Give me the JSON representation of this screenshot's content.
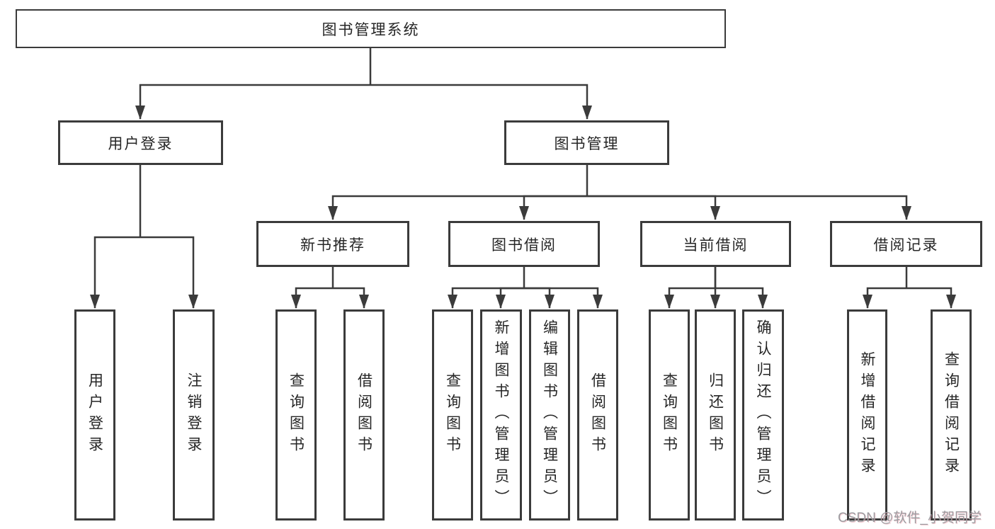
{
  "tree": {
    "label": "图书管理系统",
    "children": [
      {
        "label": "用户登录",
        "children": [
          {
            "label": "用户登录"
          },
          {
            "label": "注销登录"
          }
        ]
      },
      {
        "label": "图书管理",
        "children": [
          {
            "label": "新书推荐",
            "children": [
              {
                "label": "查询图书"
              },
              {
                "label": "借阅图书"
              }
            ]
          },
          {
            "label": "图书借阅",
            "children": [
              {
                "label": "查询图书"
              },
              {
                "label": "新增图书（管理员）"
              },
              {
                "label": "编辑图书（管理员）"
              },
              {
                "label": "借阅图书"
              }
            ]
          },
          {
            "label": "当前借阅",
            "children": [
              {
                "label": "查询图书"
              },
              {
                "label": "归还图书"
              },
              {
                "label": "确认归还（管理员）"
              }
            ]
          },
          {
            "label": "借阅记录",
            "children": [
              {
                "label": "新增借阅记录"
              },
              {
                "label": "查询借阅记录"
              }
            ]
          }
        ]
      }
    ]
  },
  "watermark": "CSDN @软件_小贺同学",
  "colors": {
    "line": "#3b3b3b",
    "box_border": "#3b3b3b",
    "text": "#262626",
    "watermark": "#9c9ca0",
    "background": "#ffffff"
  }
}
